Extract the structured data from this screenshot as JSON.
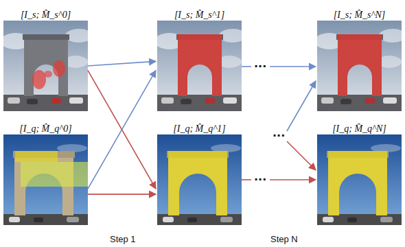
{
  "diagram": {
    "nodes": [
      {
        "text": [
          "[I_s; M̂_s^0]"
        ]
      },
      {
        "text": [
          "[I_s; M̂_s^1]"
        ]
      },
      {
        "text": [
          "[I_s; M̂_s^N]"
        ]
      },
      {
        "text": [
          "[I_q; M̂_q^0]"
        ]
      },
      {
        "text": [
          "[I_q; M̂_q^1]"
        ]
      },
      {
        "text": [
          "[I_q; M̂_q^N]"
        ]
      }
    ],
    "edges": [
      {
        "from": 0,
        "to": 1,
        "arrow": "to"
      },
      {
        "from": 3,
        "to": 1,
        "arrow": "to"
      },
      {
        "from": 0,
        "to": 4,
        "arrow": "to"
      },
      {
        "from": 3,
        "to": 4,
        "arrow": "to"
      }
    ],
    "labels": [
      "···",
      "···",
      "···",
      "Step 1",
      "Step N"
    ]
  }
}
